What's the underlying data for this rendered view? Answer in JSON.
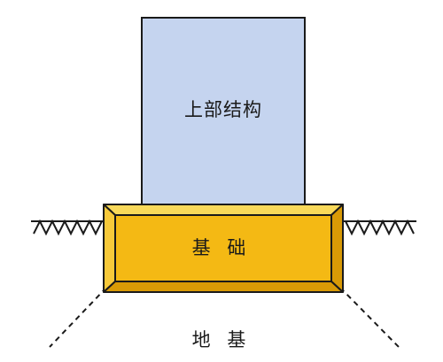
{
  "labels": {
    "superstructure": "上部结构",
    "foundation": "基 础",
    "subgrade": "地 基"
  },
  "colors": {
    "superstructure_fill": "#c5d4ef",
    "foundation_front": "#f4b914",
    "foundation_bevel_top": "#f9d95a",
    "foundation_bevel_side": "#d99a06",
    "outline": "#1a1a1a",
    "ground_line": "#1a1a1a"
  }
}
